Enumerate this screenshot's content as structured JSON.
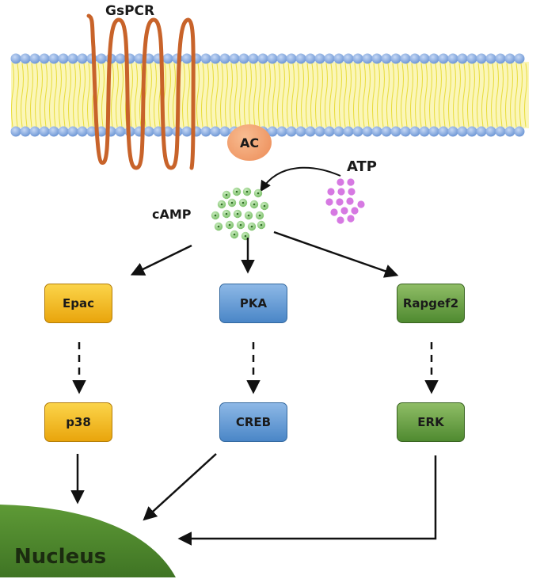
{
  "labels": {
    "receptor": "GsPCR",
    "ac": "AC",
    "atp": "ATP",
    "camp": "cAMP",
    "nucleus": "Nucleus"
  },
  "nodes": {
    "epac": "Epac",
    "pka": "PKA",
    "rapgef2": "Rapgef2",
    "p38": "p38",
    "creb": "CREB",
    "erk": "ERK"
  },
  "colors": {
    "receptor": "#c8632a",
    "membrane_head": "#7fa6e0",
    "membrane_tail": "#f2ec6a",
    "camp_dot": "#8fce80",
    "atp_dot": "#d679e2",
    "yellow_box": "#f2bb2a",
    "blue_box": "#5f95d2",
    "green_box": "#6aa245",
    "nucleus": "#4f8a2e"
  },
  "icons": [
    "arrow-solid",
    "arrow-dashed"
  ]
}
